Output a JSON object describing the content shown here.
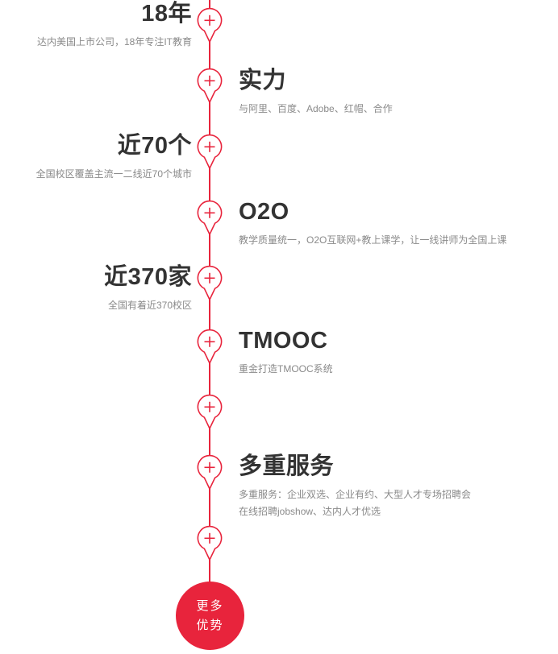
{
  "theme": {
    "accent_red": "#e8243c",
    "title_color": "#333333",
    "subtitle_color": "#8a8a8a"
  },
  "icons": {
    "timeline_marker": "map-pin-plus-icon"
  },
  "timeline": {
    "items": [
      {
        "side": "left",
        "title": "18年",
        "subtitle": "达内美国上市公司，18年专注IT教育"
      },
      {
        "side": "right",
        "title": "实力",
        "subtitle": "与阿里、百度、Adobe、红帽、合作"
      },
      {
        "side": "left",
        "title": "近70个",
        "subtitle": "全国校区覆盖主流一二线近70个城市"
      },
      {
        "side": "right",
        "title": "O2O",
        "subtitle": "教学质量统一，O2O互联网+教上课学，让一线讲师为全国上课"
      },
      {
        "side": "left",
        "title": "近370家",
        "subtitle": "全国有着近370校区"
      },
      {
        "side": "right",
        "title": "TMOOC",
        "subtitle": "重金打造TMOOC系统"
      },
      {
        "side": "right",
        "title": "多重服务",
        "subtitle": "多重服务：企业双选、企业有约、大型人才专场招聘会",
        "subtitle2": "在线招聘jobshow、达内人才优选"
      }
    ],
    "end_badge": {
      "line1": "更多",
      "line2": "优势"
    }
  }
}
